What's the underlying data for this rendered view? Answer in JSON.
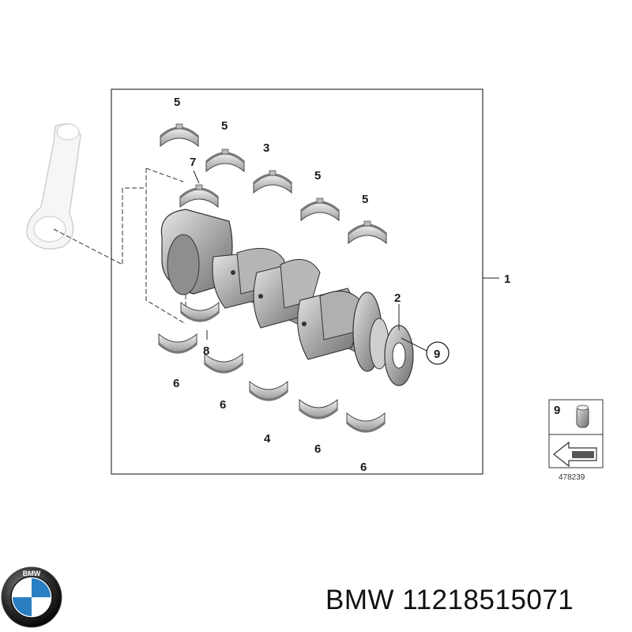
{
  "diagram": {
    "callouts": {
      "crankshaft": "1",
      "gear": "2",
      "upper_thrust_bearing": "3",
      "lower_thrust_bearing": "4",
      "upper_bearing": "5",
      "lower_bearing": "6",
      "upper_conrod_bearing": "7",
      "lower_conrod_bearing": "8",
      "dowel_pin": "9"
    },
    "legend": {
      "item": "9",
      "reference": "478239"
    }
  },
  "caption": {
    "brand": "BMW",
    "part_number": "11218515071",
    "logo_letters": "BMW"
  },
  "colors": {
    "metal_light": "#d9d9d9",
    "metal_mid": "#a9a9a9",
    "metal_dark": "#6e6e6e",
    "line": "#222222",
    "logo_blue": "#2a7fc3"
  }
}
